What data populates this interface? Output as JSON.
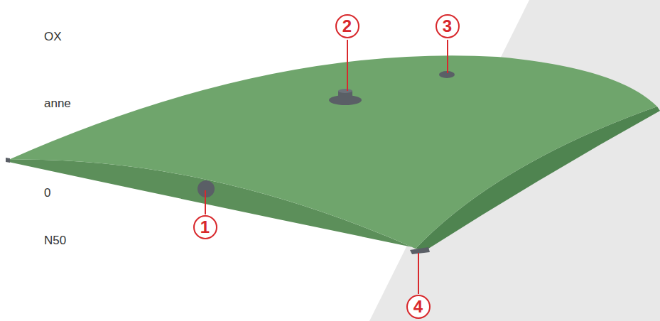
{
  "diagram": {
    "labels": [
      "OX",
      "anne",
      "0",
      "N50",
      "1",
      "2",
      "3",
      "4"
    ]
  }
}
